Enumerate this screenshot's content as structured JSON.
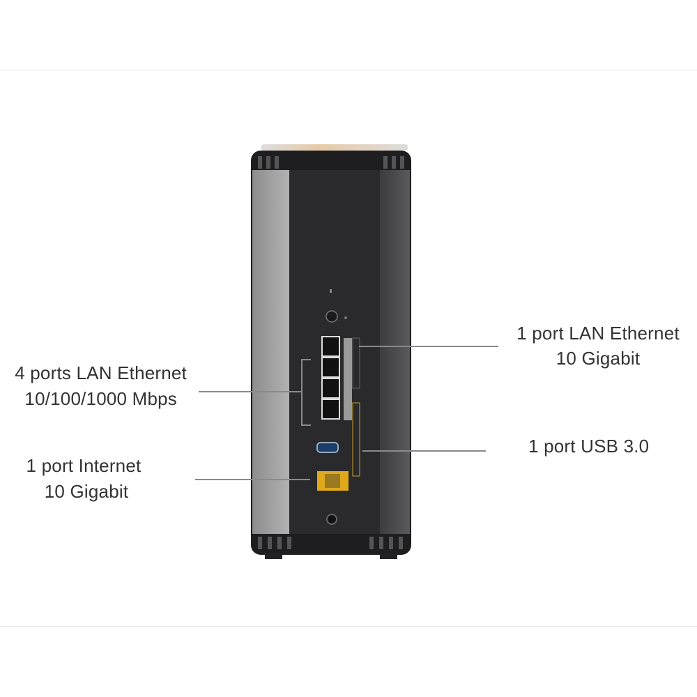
{
  "labels": {
    "lan_gigabit": {
      "line1": "4 ports LAN Ethernet",
      "line2": "10/100/1000 Mbps"
    },
    "internet": {
      "line1": "1 port Internet",
      "line2": "10 Gigabit"
    },
    "lan_10g": {
      "line1": "1 port LAN Ethernet",
      "line2": "10 Gigabit"
    },
    "usb": {
      "line1": "1 port USB 3.0"
    }
  },
  "colors": {
    "text": "#333333",
    "callout": "#8a8a8a",
    "body": "#2b2b2d",
    "side": "#9a9a9a",
    "internet_port": "#e0a91c",
    "usb_port": "#3a78c2"
  }
}
